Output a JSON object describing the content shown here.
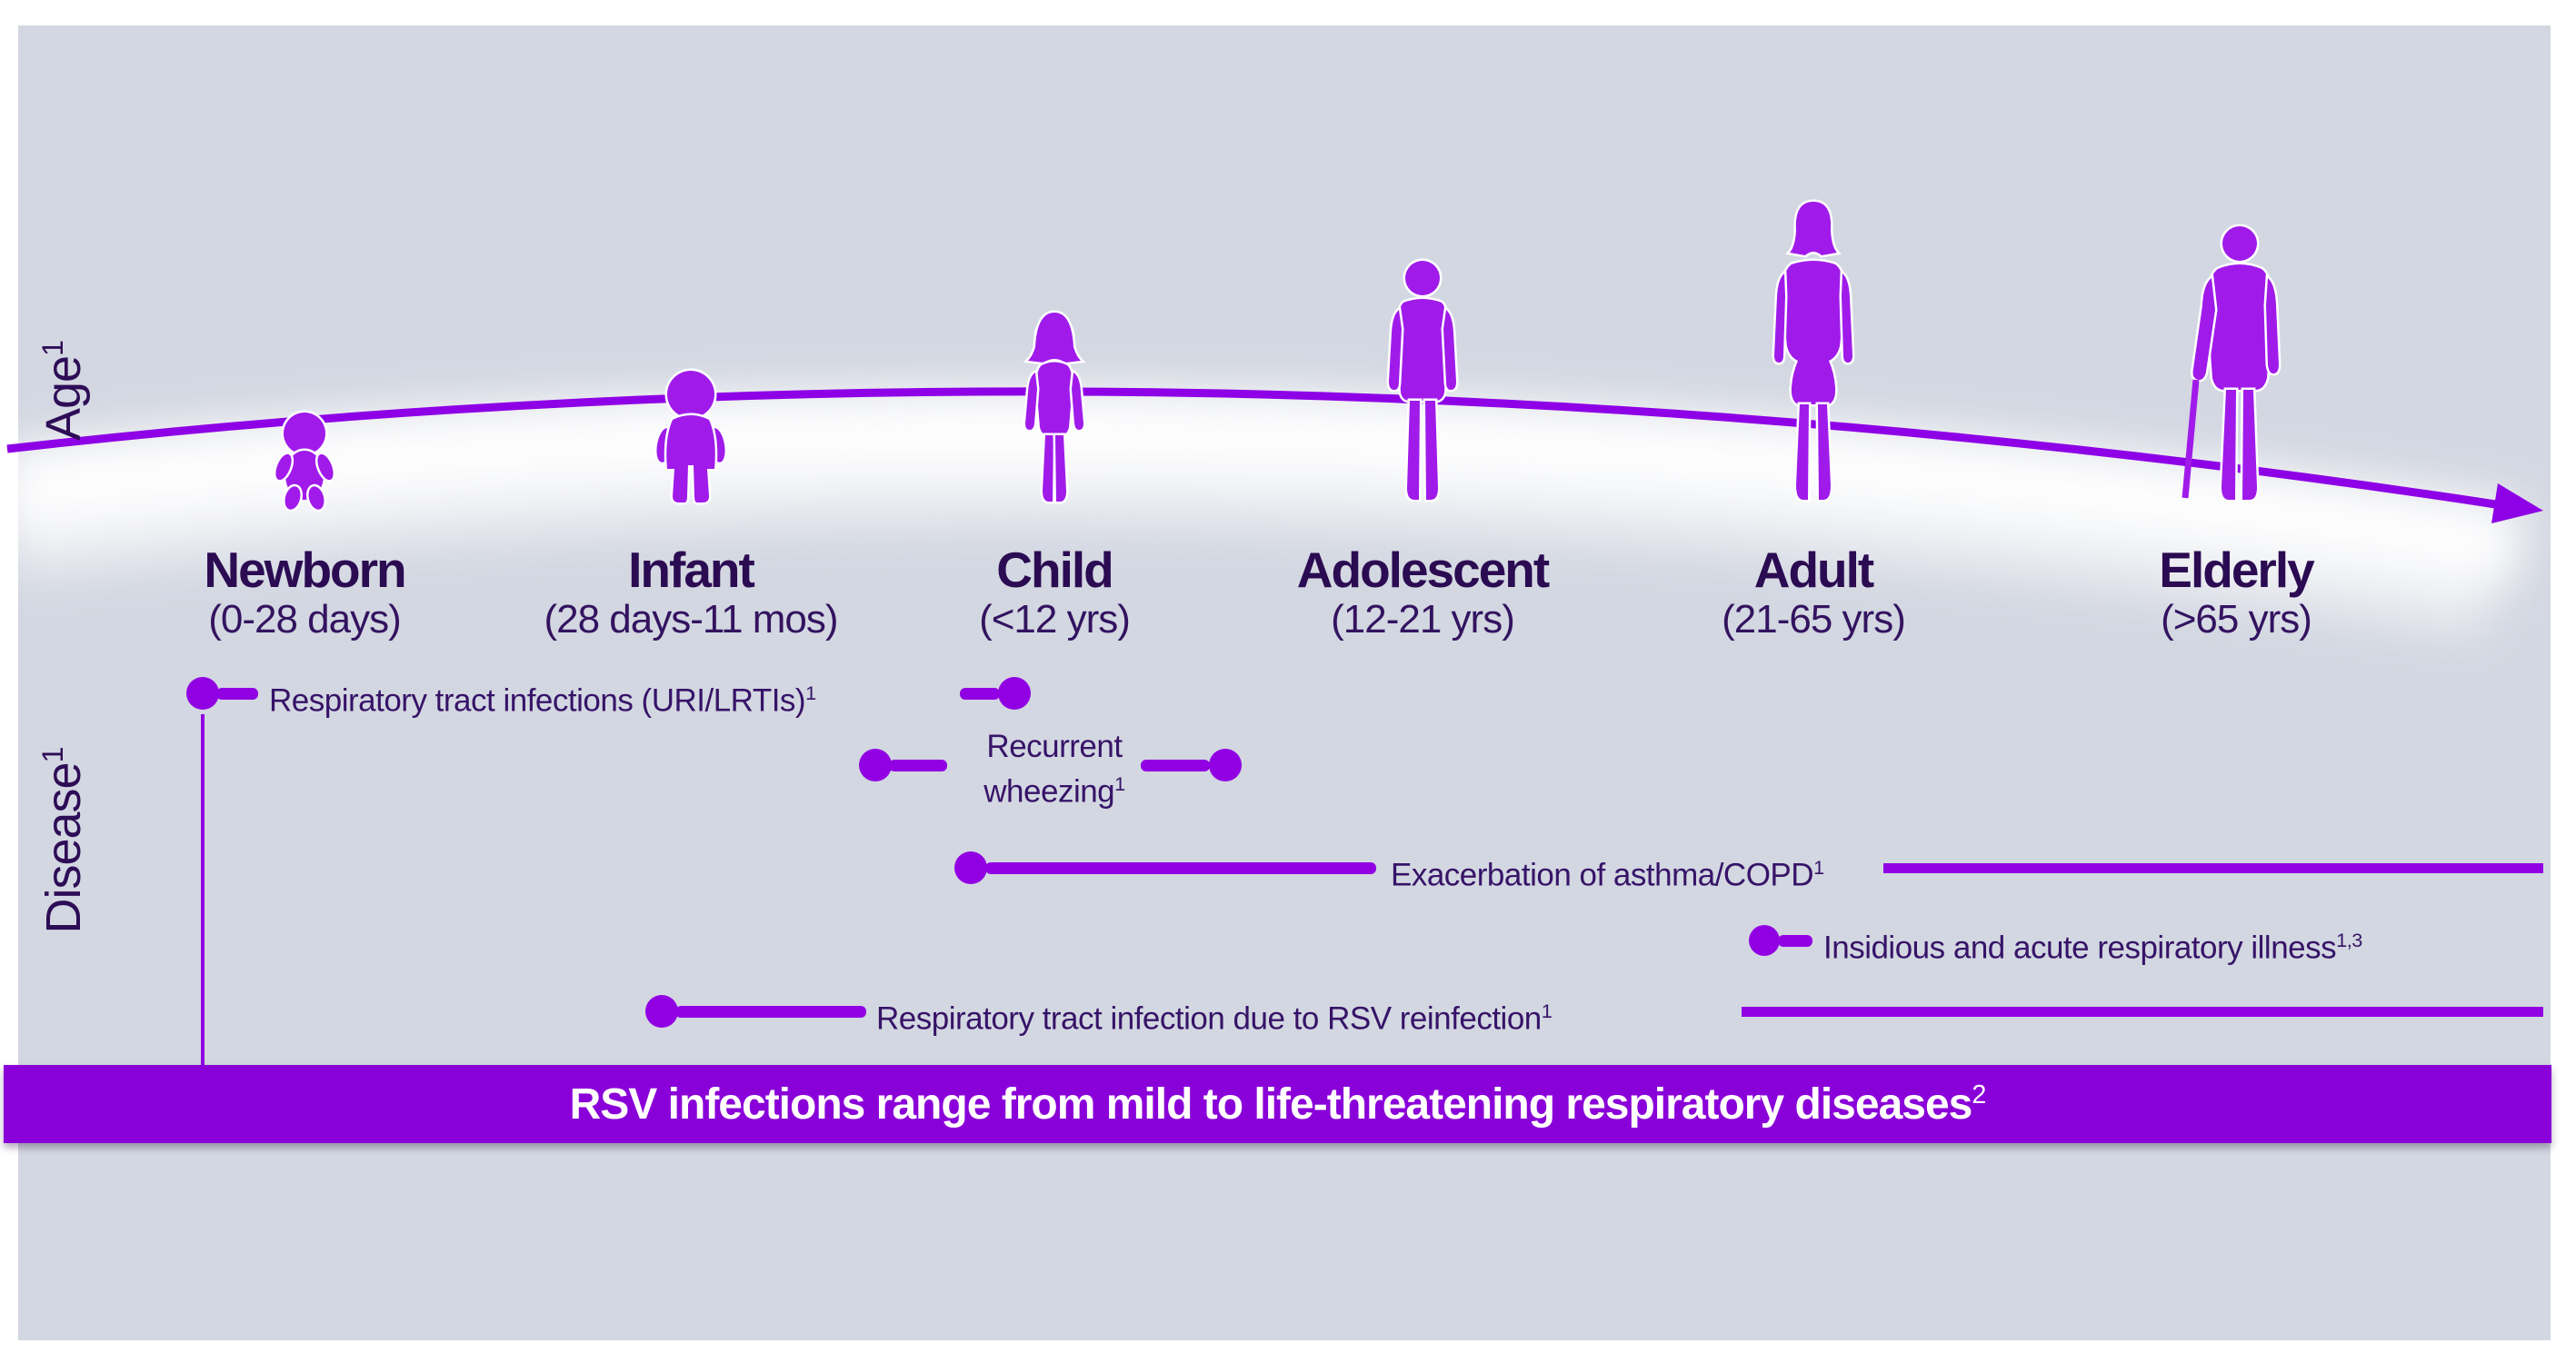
{
  "colors": {
    "background_panel": "#d3d7e1",
    "canvas": "#ffffff",
    "accent_purple": "#9100e3",
    "arc_purple": "#8e00e6",
    "figure_purple": "#a01bea",
    "banner_purple": "#8a00d8",
    "heading_text": "#2b0b52",
    "body_text": "#361368",
    "banner_text": "#ffffff"
  },
  "axes": {
    "age": {
      "label": "Age",
      "sup": "1"
    },
    "disease": {
      "label": "Disease",
      "sup": "1"
    }
  },
  "age_groups": [
    {
      "name": "Newborn",
      "range": "(0-28 days)"
    },
    {
      "name": "Infant",
      "range": "(28 days-11 mos)"
    },
    {
      "name": "Child",
      "range": "(<12 yrs)"
    },
    {
      "name": "Adolescent",
      "range": "(12-21 yrs)"
    },
    {
      "name": "Adult",
      "range": "(21-65 yrs)"
    },
    {
      "name": "Elderly",
      "range": "(>65 yrs)"
    }
  ],
  "diseases": [
    {
      "text": "Respiratory tract infections (URI/LRTIs)",
      "sup": "1"
    },
    {
      "text_line1": "Recurrent",
      "text_line2": "wheezing",
      "sup": "1"
    },
    {
      "text": "Exacerbation of asthma/COPD",
      "sup": "1"
    },
    {
      "text": "Insidious and acute respiratory illness",
      "sup": "1,3"
    },
    {
      "text": "Respiratory tract infection due to RSV reinfection",
      "sup": "1"
    }
  ],
  "banner": {
    "text": "RSV infections range from mild to life-threatening respiratory diseases",
    "sup": "2"
  },
  "icons": [
    "newborn-silhouette",
    "infant-silhouette",
    "child-silhouette",
    "adolescent-silhouette",
    "adult-silhouette",
    "elderly-silhouette",
    "age-timeline-arrow"
  ]
}
